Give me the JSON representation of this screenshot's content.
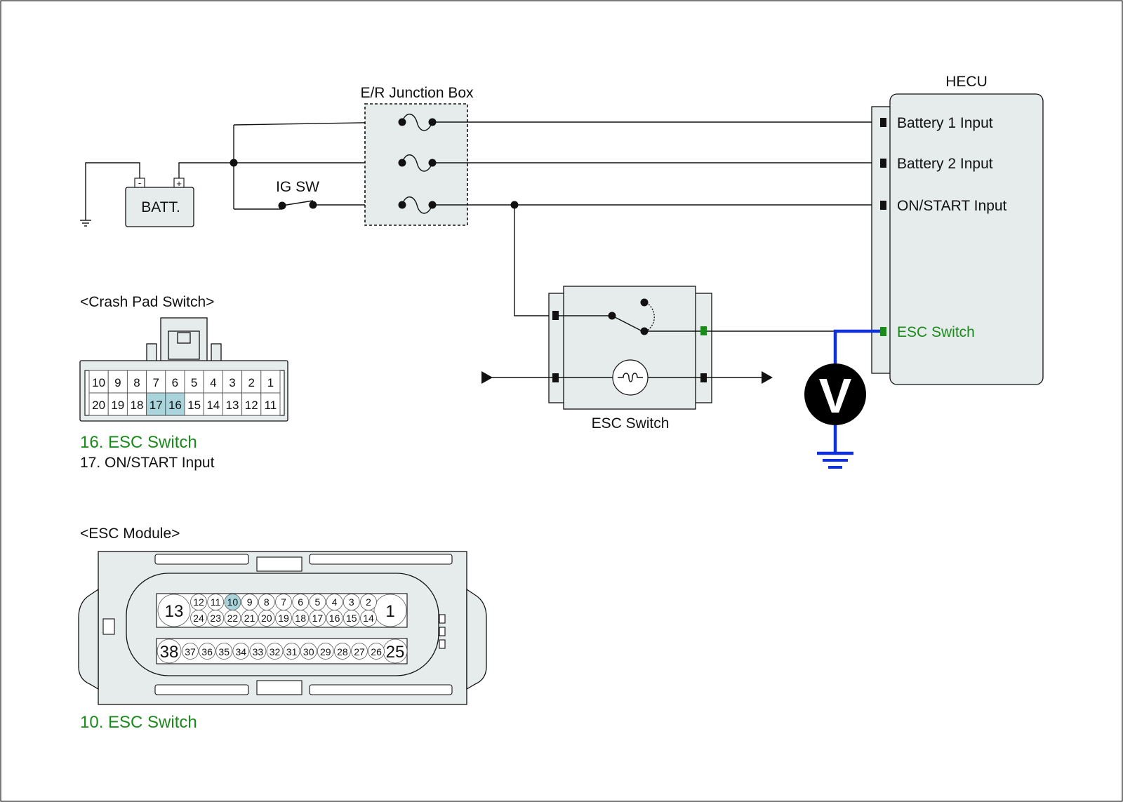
{
  "labels": {
    "junction_box": "E/R Junction Box",
    "hecu": "HECU",
    "batt": "BATT.",
    "batt_minus": "-",
    "batt_plus": "+",
    "ig_sw": "IG SW",
    "esc_switch_box": "ESC Switch",
    "voltmeter": "V"
  },
  "hecu_pins": [
    {
      "label": "Battery 1 Input",
      "highlight": false
    },
    {
      "label": "Battery 2 Input",
      "highlight": false
    },
    {
      "label": "ON/START Input",
      "highlight": false
    },
    {
      "label": "ESC Switch",
      "highlight": true
    }
  ],
  "crash_pad": {
    "title": "<Crash Pad Switch>",
    "top_row": [
      "10",
      "9",
      "8",
      "7",
      "6",
      "5",
      "4",
      "3",
      "2",
      "1"
    ],
    "bottom_row": [
      "20",
      "19",
      "18",
      "17",
      "16",
      "15",
      "14",
      "13",
      "12",
      "11"
    ],
    "highlighted": [
      "16",
      "17"
    ],
    "notes": [
      {
        "text": "16. ESC Switch",
        "color": "#1a8a1a"
      },
      {
        "text": "17. ON/START Input",
        "color": "#111111"
      }
    ]
  },
  "esc_module": {
    "title": "<ESC Module>",
    "big_left_top": "13",
    "big_right_top": "1",
    "row1": [
      "12",
      "11",
      "10",
      "9",
      "8",
      "7",
      "6",
      "5",
      "4",
      "3",
      "2"
    ],
    "row2": [
      "24",
      "23",
      "22",
      "21",
      "20",
      "19",
      "18",
      "17",
      "16",
      "15",
      "14"
    ],
    "big_left_bottom": "38",
    "big_right_bottom": "25",
    "row3": [
      "37",
      "36",
      "35",
      "34",
      "33",
      "32",
      "31",
      "30",
      "29",
      "28",
      "27",
      "26"
    ],
    "highlighted": [
      "10"
    ],
    "note": {
      "text": "10. ESC Switch",
      "color": "#1a8a1a"
    }
  },
  "colors": {
    "highlight_pin": "#a9d4dc",
    "signal_green": "#1a8a1a",
    "meter_lead_blue": "#1030d8",
    "component_fill": "#e6ecec"
  }
}
